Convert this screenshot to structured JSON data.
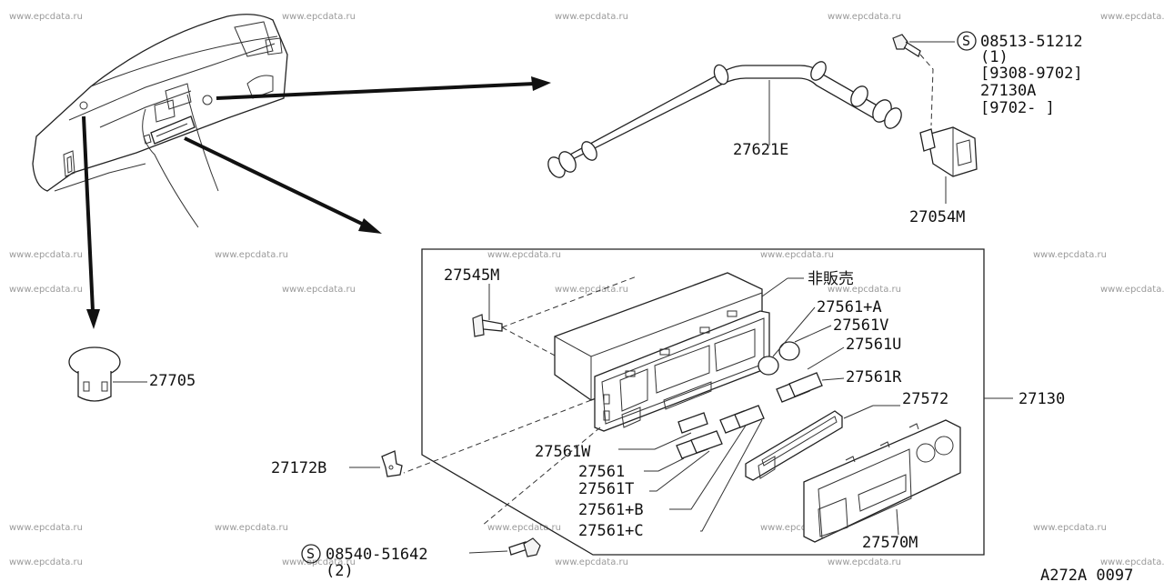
{
  "watermark": "www.epcdata.ru",
  "symbol_s": "S",
  "parts": {
    "p27621e": "27621E",
    "p27054m": "27054M",
    "screw_top": {
      "code": "08513-51212",
      "qty": "(1)",
      "range1": "[9308-9702]",
      "alt": "27130A",
      "range2": "[9702-    ]"
    },
    "p27545m": "27545M",
    "not_sold": "非販売",
    "p27561a": "27561+A",
    "p27561v": "27561V",
    "p27561u": "27561U",
    "p27561r": "27561R",
    "p27572": "27572",
    "p27130": "27130",
    "p27705": "27705",
    "p27561w": "27561W",
    "p27561": "27561",
    "p27561t": "27561T",
    "p27561b": "27561+B",
    "p27561c": "27561+C",
    "p27172b": "27172B",
    "p27570m": "27570M",
    "screw_bottom": {
      "code": "08540-51642",
      "qty": "(2)"
    }
  },
  "diagram_code": "A272A 0097"
}
